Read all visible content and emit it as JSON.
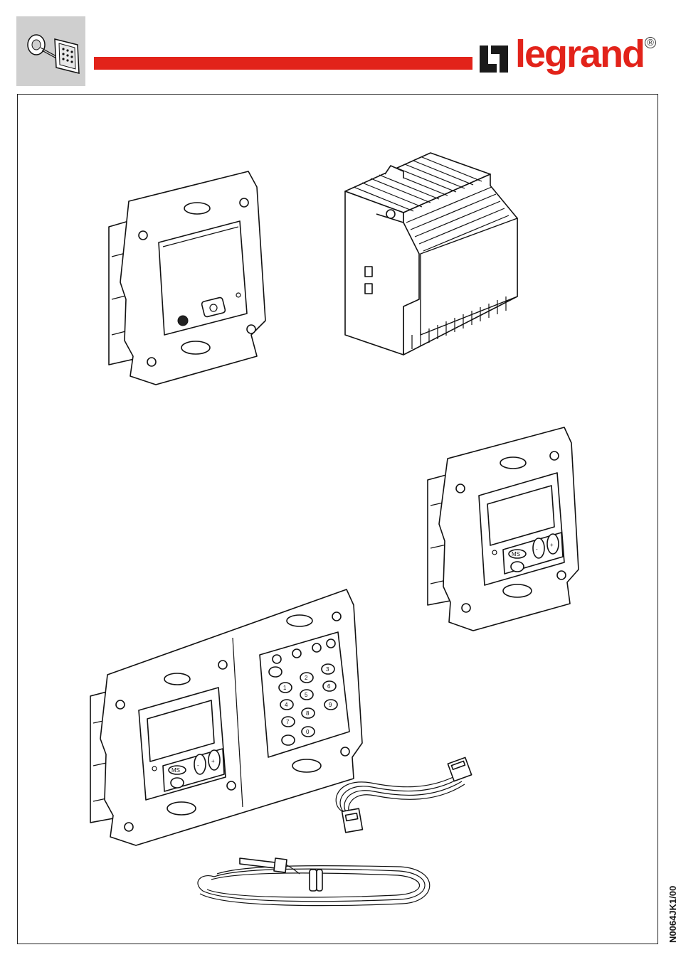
{
  "header": {
    "brand_name": "legrand",
    "brand_registered": "®",
    "brand_color": "#e2231a",
    "thumbnail_icon": "wall-keypad-icon"
  },
  "footer": {
    "document_code": "N0064JK1/00"
  },
  "illustration": {
    "items": [
      "intercom-module-drawing",
      "din-rail-transformer-drawing",
      "timer-display-module-drawing",
      "timer-with-keypad-module-drawing",
      "ribbon-connector-cable-drawing",
      "coiled-cable-drawing"
    ],
    "keypad_glyphs": [
      "1",
      "2",
      "3",
      "4",
      "5",
      "6",
      "7",
      "8",
      "9",
      "0"
    ],
    "button_glyphs": [
      "MS",
      "-",
      "+"
    ]
  }
}
